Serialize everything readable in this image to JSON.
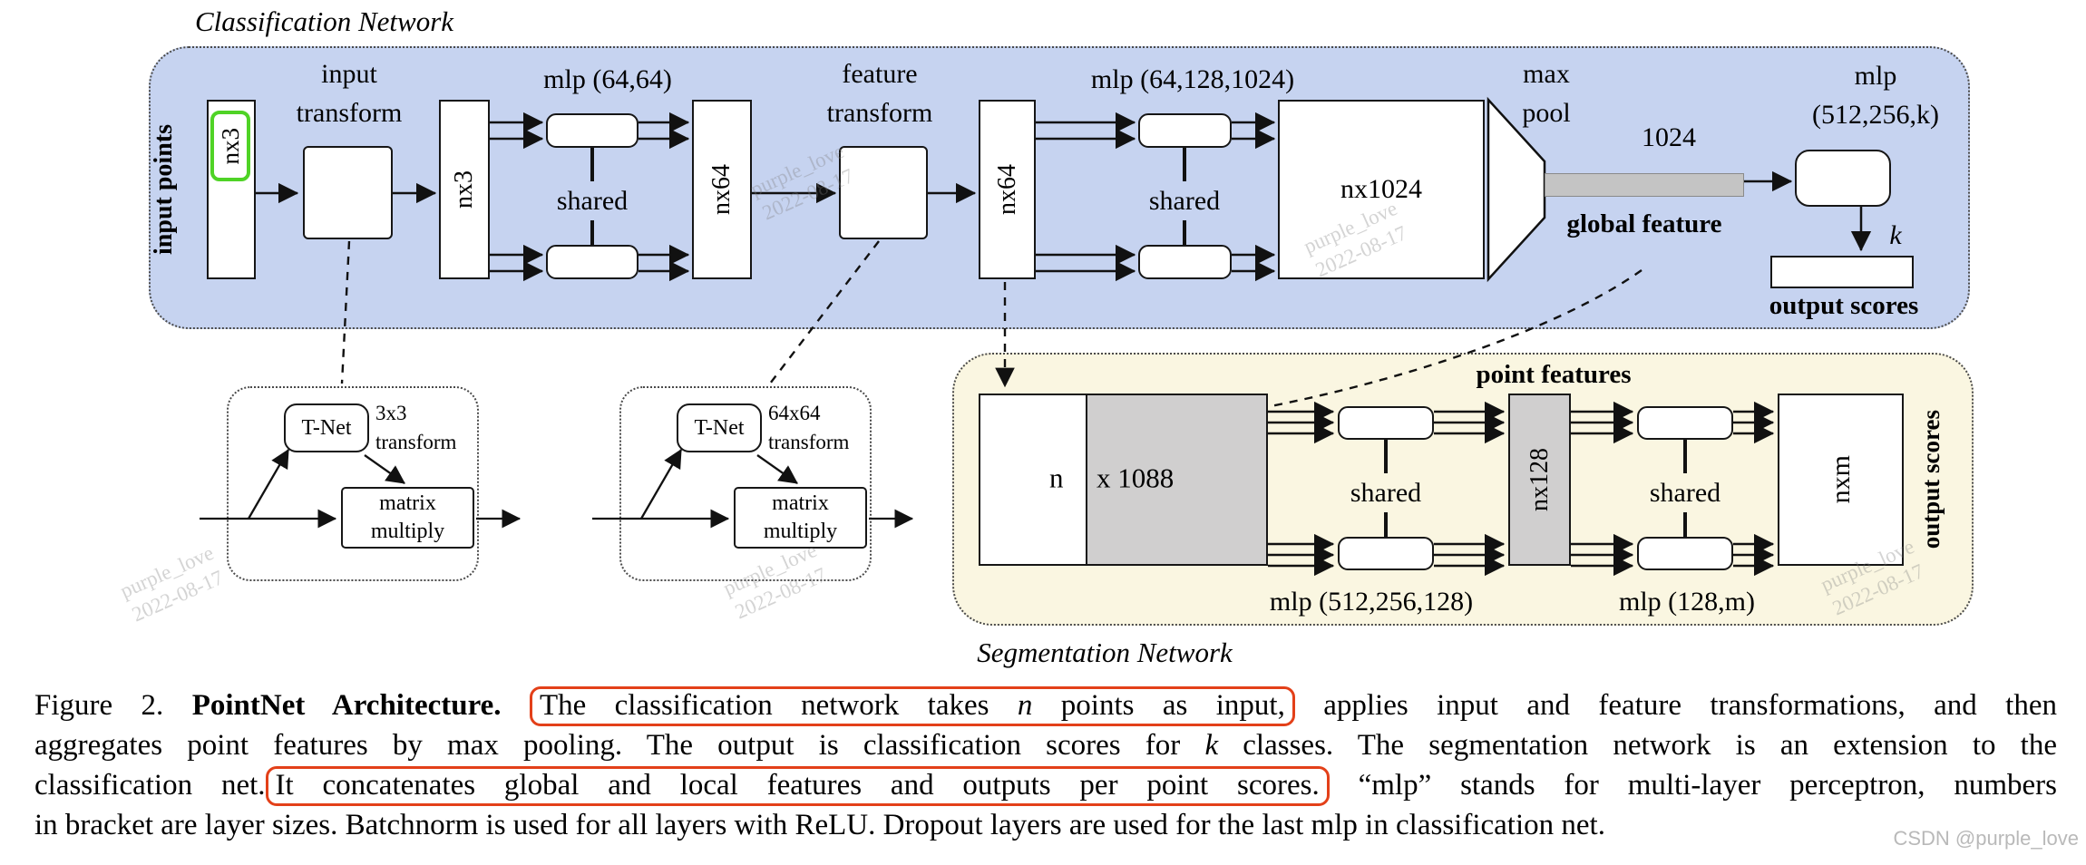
{
  "colors": {
    "classification_bg": "#c6d3f0",
    "segmentation_bg": "#faf6e1",
    "highlight_green": "#4fd326",
    "annotation_red": "#e34019",
    "bar_gray": "#c4c4c4",
    "block_gray": "#d0cfcf"
  },
  "classification": {
    "title": "Classification Network",
    "input_points": "input points",
    "input_box": "nx3",
    "input_transform_line1": "input",
    "input_transform_line2": "transform",
    "nx3": "nx3",
    "mlp1": "mlp (64,64)",
    "shared1": "shared",
    "nx64_a": "nx64",
    "feature_transform_line1": "feature",
    "feature_transform_line2": "transform",
    "nx64_b": "nx64",
    "mlp2": "mlp (64,128,1024)",
    "shared2": "shared",
    "nx1024": "nx1024",
    "maxpool_line1": "max",
    "maxpool_line2": "pool",
    "bar_value": "1024",
    "global_feature": "global feature",
    "mlp3_line1": "mlp",
    "mlp3_line2": "(512,256,k)",
    "k": "k",
    "output_scores": "output scores"
  },
  "tnet1": {
    "name": "T-Net",
    "transform_line1": "3x3",
    "transform_line2": "transform",
    "matrix_line1": "matrix",
    "matrix_line2": "multiply"
  },
  "tnet2": {
    "name": "T-Net",
    "transform_line1": "64x64",
    "transform_line2": "transform",
    "matrix_line1": "matrix",
    "matrix_line2": "multiply"
  },
  "segmentation": {
    "title": "Segmentation Network",
    "point_features": "point features",
    "n": "n",
    "x1088": "x 1088",
    "shared1": "shared",
    "nx128": "nx128",
    "shared2": "shared",
    "nxm": "nxm",
    "output_scores": "output scores",
    "mlp1": "mlp (512,256,128)",
    "mlp2": "mlp (128,m)"
  },
  "caption": {
    "lines": [
      [
        {
          "t": "Figure 2. "
        },
        {
          "t": "PointNet Architecture.",
          "b": true
        },
        {
          "t": " "
        },
        {
          "box": [
            {
              "t": "The classification network takes "
            },
            {
              "t": "n",
              "i": true
            },
            {
              "t": " points as input,"
            }
          ]
        },
        {
          "t": " applies input and feature transformations, and then"
        }
      ],
      [
        {
          "t": "aggregates point features by max pooling. The output is classification scores for "
        },
        {
          "t": "k",
          "i": true
        },
        {
          "t": " classes. The segmentation network is an extension to the"
        }
      ],
      [
        {
          "t": "classification net."
        },
        {
          "box": [
            {
              "t": "It concatenates global and local features and outputs per point scores."
            }
          ]
        },
        {
          "t": " “mlp” stands for multi-layer perceptron, numbers"
        }
      ],
      [
        {
          "t": "in bracket are layer sizes. Batchnorm is used for all layers with ReLU. Dropout layers are used for the last mlp in classification net."
        }
      ]
    ]
  },
  "watermarks": {
    "name": "purple_love",
    "date": "2022-08-17",
    "corner": "CSDN @purple_love"
  }
}
